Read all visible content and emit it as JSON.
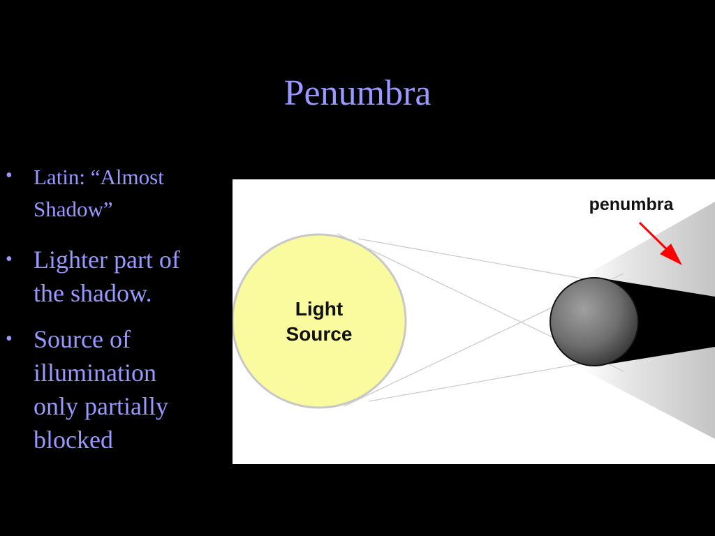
{
  "slide": {
    "title": "Penumbra",
    "bullets": [
      {
        "line1": "Latin: “Almost",
        "line2": "Shadow”"
      },
      {
        "line1": "Lighter part of",
        "line2": "the shadow."
      },
      {
        "line1": "Source of",
        "line2": "illumination",
        "line3": "only partially",
        "line4": "blocked"
      }
    ],
    "bullet_marker": "•"
  },
  "diagram": {
    "light_label_line1": "Light",
    "light_label_line2": "Source",
    "penumbra_label": "penumbra",
    "colors": {
      "title_text": "#9999ff",
      "light_source_fill": "#fafa9e",
      "arrow": "#ff0000",
      "umbra": "#000000"
    }
  }
}
